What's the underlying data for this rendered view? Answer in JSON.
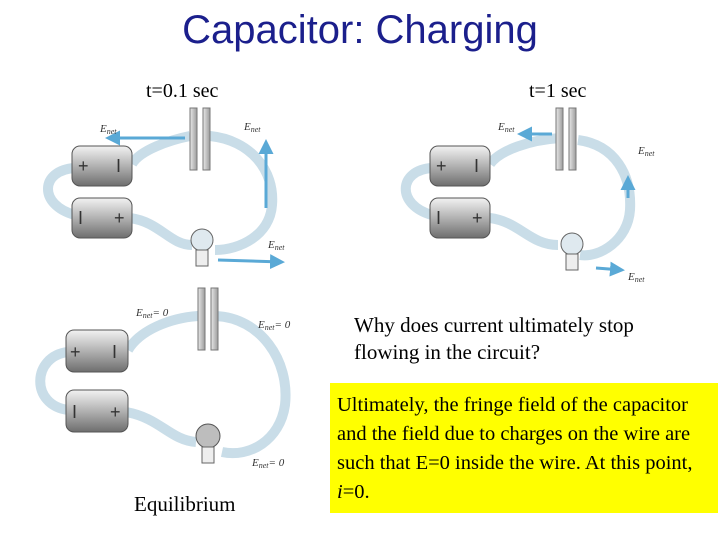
{
  "slide": {
    "title": "Capacitor: Charging",
    "panels": [
      {
        "label": "t=0.1 sec"
      },
      {
        "label": "t=1 sec"
      },
      {
        "label": "Equilibrium"
      }
    ],
    "question": "Why does current ultimately stop flowing in the circuit?",
    "answer_prefix": "Ultimately, the fringe field of the capacitor and the field due to charges on the wire are such that E=0 inside the  wire. At this point, ",
    "answer_var": "i",
    "answer_suffix": "=0.",
    "field_labels": {
      "enet": "E",
      "enet_sub": "net",
      "enet_zero": "= 0"
    },
    "colors": {
      "title": "#1b1f8c",
      "answer_bg": "#ffff00",
      "field_arrow": "#5aa9d6",
      "wire": "#d6e6ef"
    }
  }
}
